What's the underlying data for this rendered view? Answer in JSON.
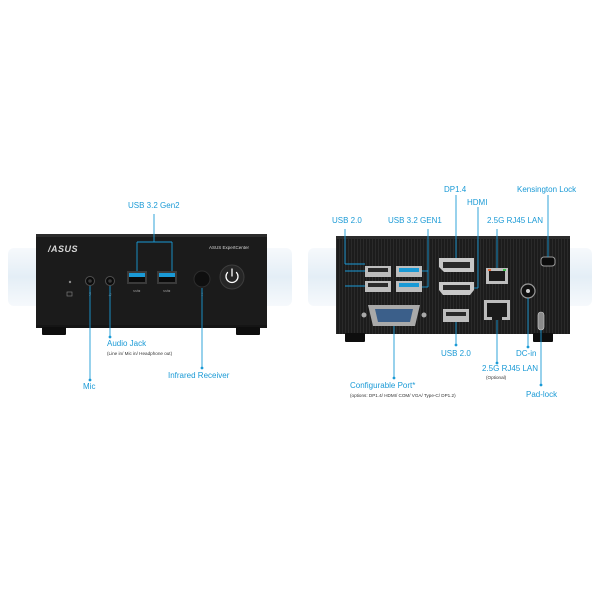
{
  "colors": {
    "accent": "#1a9ad6",
    "device": "#1b1b1b",
    "backdrop": "#e3edf6"
  },
  "front": {
    "brand_logo": "/ASUS",
    "model_name": "ASUS ExpertCenter",
    "labels": {
      "usb_gen2": "USB 3.2 Gen2",
      "audio_jack": "Audio Jack",
      "audio_jack_sub": "(Line in/ Mic in/ Headphone out)",
      "mic": "Mic",
      "infrared": "Infrared Receiver"
    }
  },
  "rear": {
    "labels": {
      "dp14": "DP1.4",
      "hdmi": "HDMI",
      "kensington": "Kensington Lock",
      "usb20_top": "USB 2.0",
      "usb32_gen1": "USB 3.2 GEN1",
      "lan_top": "2.5G RJ45 LAN",
      "usb20_bottom": "USB 2.0",
      "lan_bottom": "2.5G RJ45 LAN",
      "lan_optional": "(Optional)",
      "dc_in": "DC-in",
      "config_port": "Configurable Port*",
      "config_port_sub": "(options: DP1.4/ HDMI/ COM/ VGA/ Type-C/ DP1.2)",
      "pad_lock": "Pad-lock"
    }
  },
  "icons": [
    "power-icon",
    "usb-port-icon",
    "hdmi-port-icon",
    "displayport-icon",
    "ethernet-port-icon",
    "vga-port-icon",
    "dc-jack-icon",
    "kensington-slot-icon",
    "pad-lock-icon",
    "audio-jack-icon",
    "mic-icon",
    "infrared-icon",
    "led-indicator-icon"
  ]
}
